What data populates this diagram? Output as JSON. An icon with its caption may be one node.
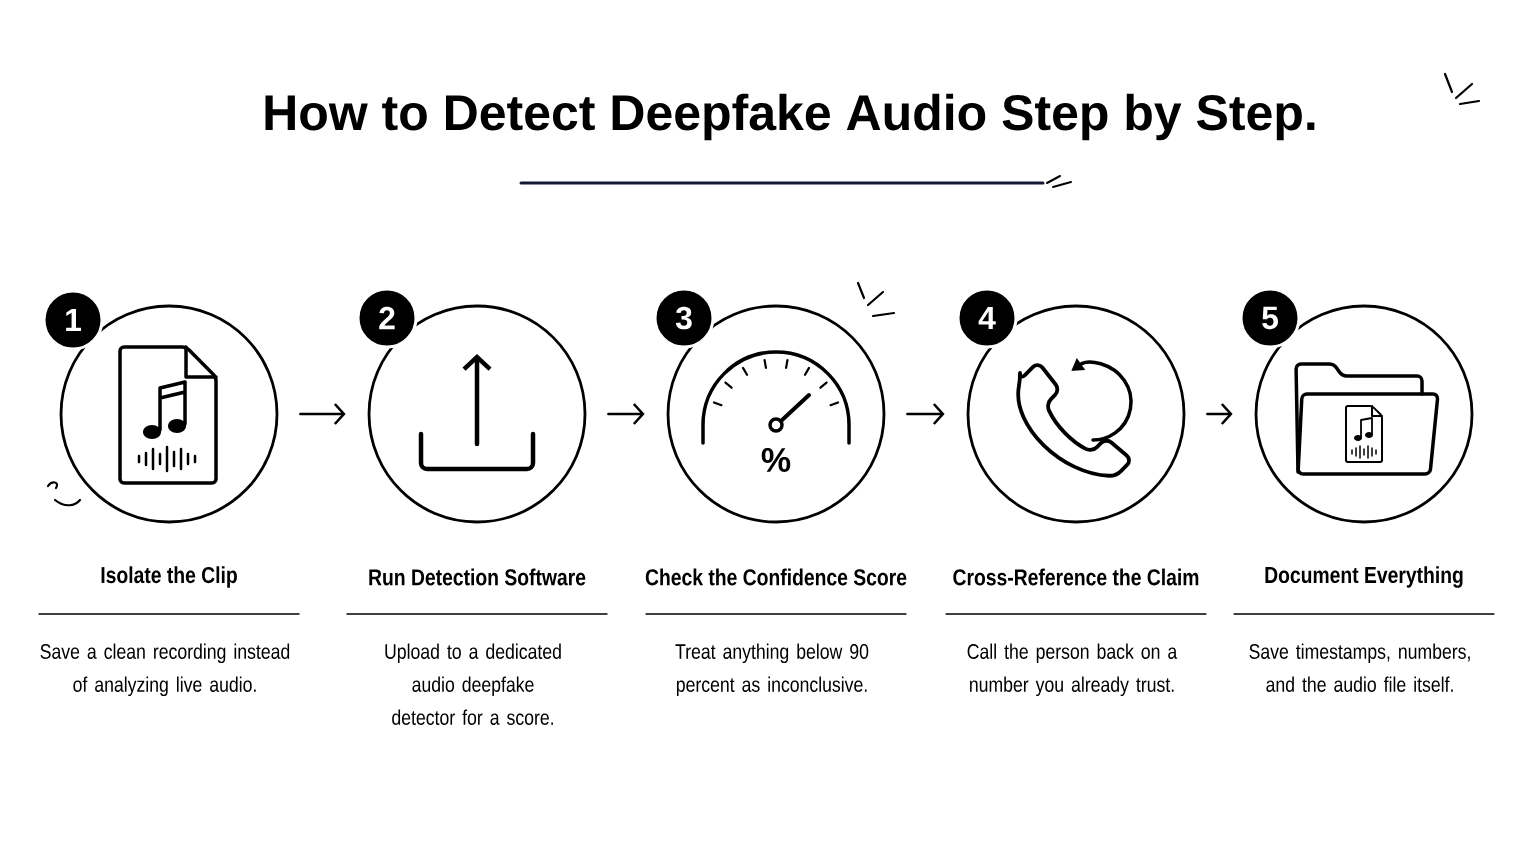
{
  "diagram": {
    "title": "How to Detect Deepfake Audio Step by Step.",
    "nodes": [
      {
        "text": [
          "1"
        ]
      },
      {
        "text": [],
        "shape": "circle",
        "beside": [
          "Isolate the Clip",
          "Save a clean recording instead of analyzing live audio."
        ]
      },
      {
        "text": [
          "2"
        ]
      },
      {
        "text": [],
        "shape": "circle",
        "beside": [
          "Run Detection Software",
          "Upload to a dedicated audio deepfake detector for a score."
        ]
      },
      {
        "text": [
          "3"
        ]
      },
      {
        "text": [
          "%"
        ],
        "beside": [
          "Check the Confidence Score",
          "Treat anything below 90 percent as inconclusive."
        ]
      },
      {
        "text": [
          "4"
        ]
      },
      {
        "text": [],
        "shape": "circle",
        "beside": [
          "Cross-Reference the Claim",
          "Call the person back on a number you already trust."
        ]
      },
      {
        "text": [
          "5"
        ]
      },
      {
        "text": [],
        "shape": "circle",
        "beside": [
          "Document Everything",
          "Save timestamps, numbers, and the audio file itself."
        ]
      }
    ],
    "edges": [
      {
        "from": 1,
        "to": 3,
        "arrow": "to"
      },
      {
        "from": 3,
        "to": 5,
        "arrow": "to"
      },
      {
        "from": 5,
        "to": 7,
        "arrow": "to"
      },
      {
        "from": 7,
        "to": 9,
        "arrow": "to"
      }
    ]
  }
}
